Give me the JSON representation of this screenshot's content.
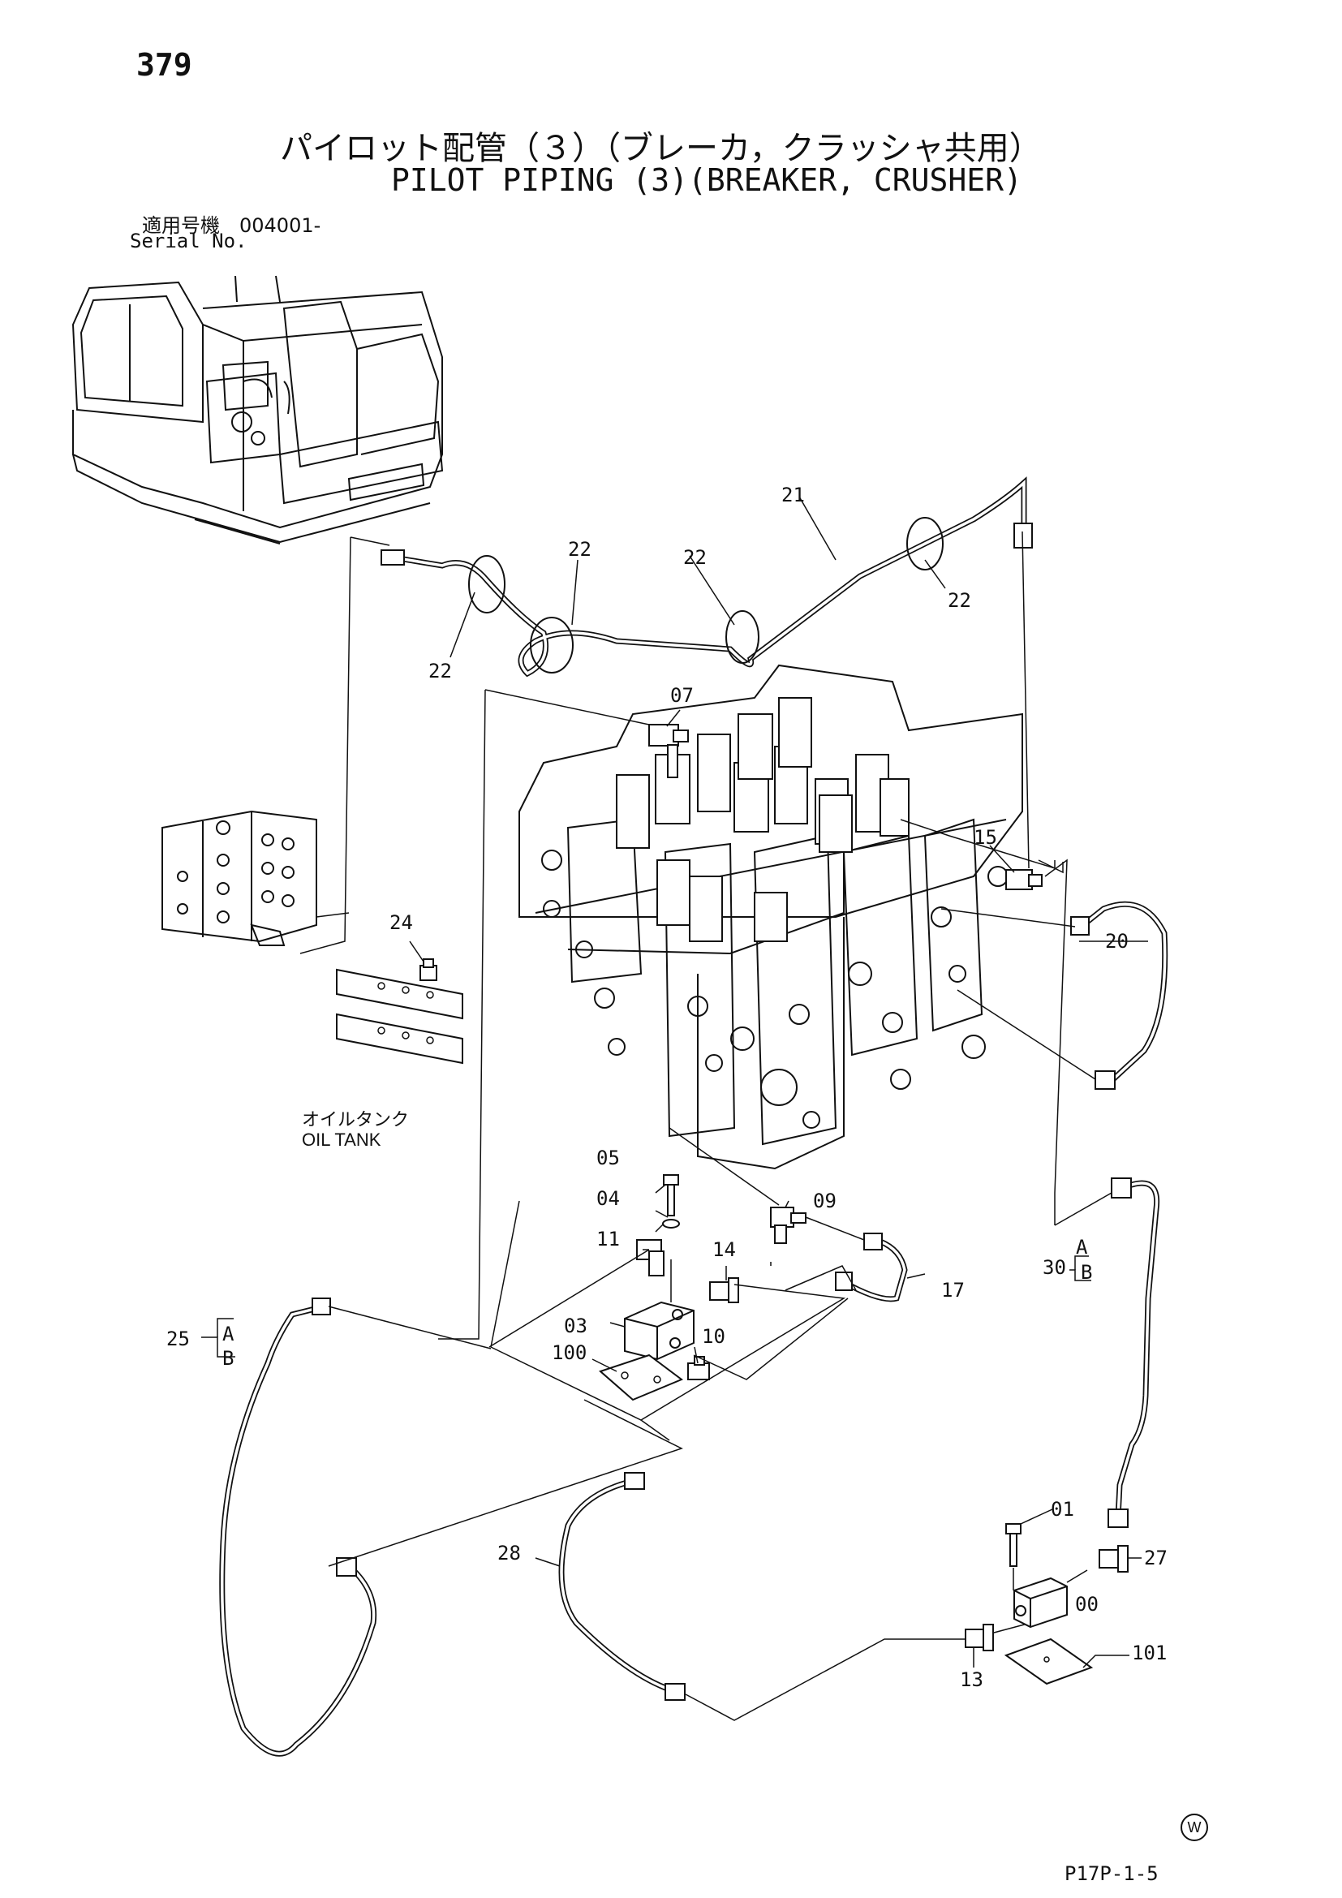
{
  "header": {
    "page_number": "379",
    "title_jp": "パイロット配管（３）（ブレーカ，クラッシャ共用）",
    "title_en": "PILOT PIPING (3)(BREAKER, CRUSHER)",
    "serial_label_jp": "適用号機　004001-",
    "serial_label_en": "Serial No."
  },
  "labels": {
    "oil_tank_jp": "オイルタンク",
    "oil_tank_en": "OIL TANK"
  },
  "footer": {
    "drawing_code": "P17P-1-5",
    "mark": "W"
  },
  "callouts": {
    "c21": "21",
    "c22a": "22",
    "c22b": "22",
    "c22c": "22",
    "c22d": "22",
    "c07": "07",
    "c15": "15",
    "c24": "24",
    "c20": "20",
    "c05": "05",
    "c04": "04",
    "c11": "11",
    "c14": "14",
    "c09": "09",
    "c17": "17",
    "c03": "03",
    "c10": "10",
    "c100": "100",
    "c25": "25",
    "c25A": "A",
    "c25B": "B",
    "c30": "30",
    "c30A": "A",
    "c30B": "B",
    "c28": "28",
    "c01": "01",
    "c27": "27",
    "c00": "00",
    "c101": "101",
    "c13": "13"
  }
}
